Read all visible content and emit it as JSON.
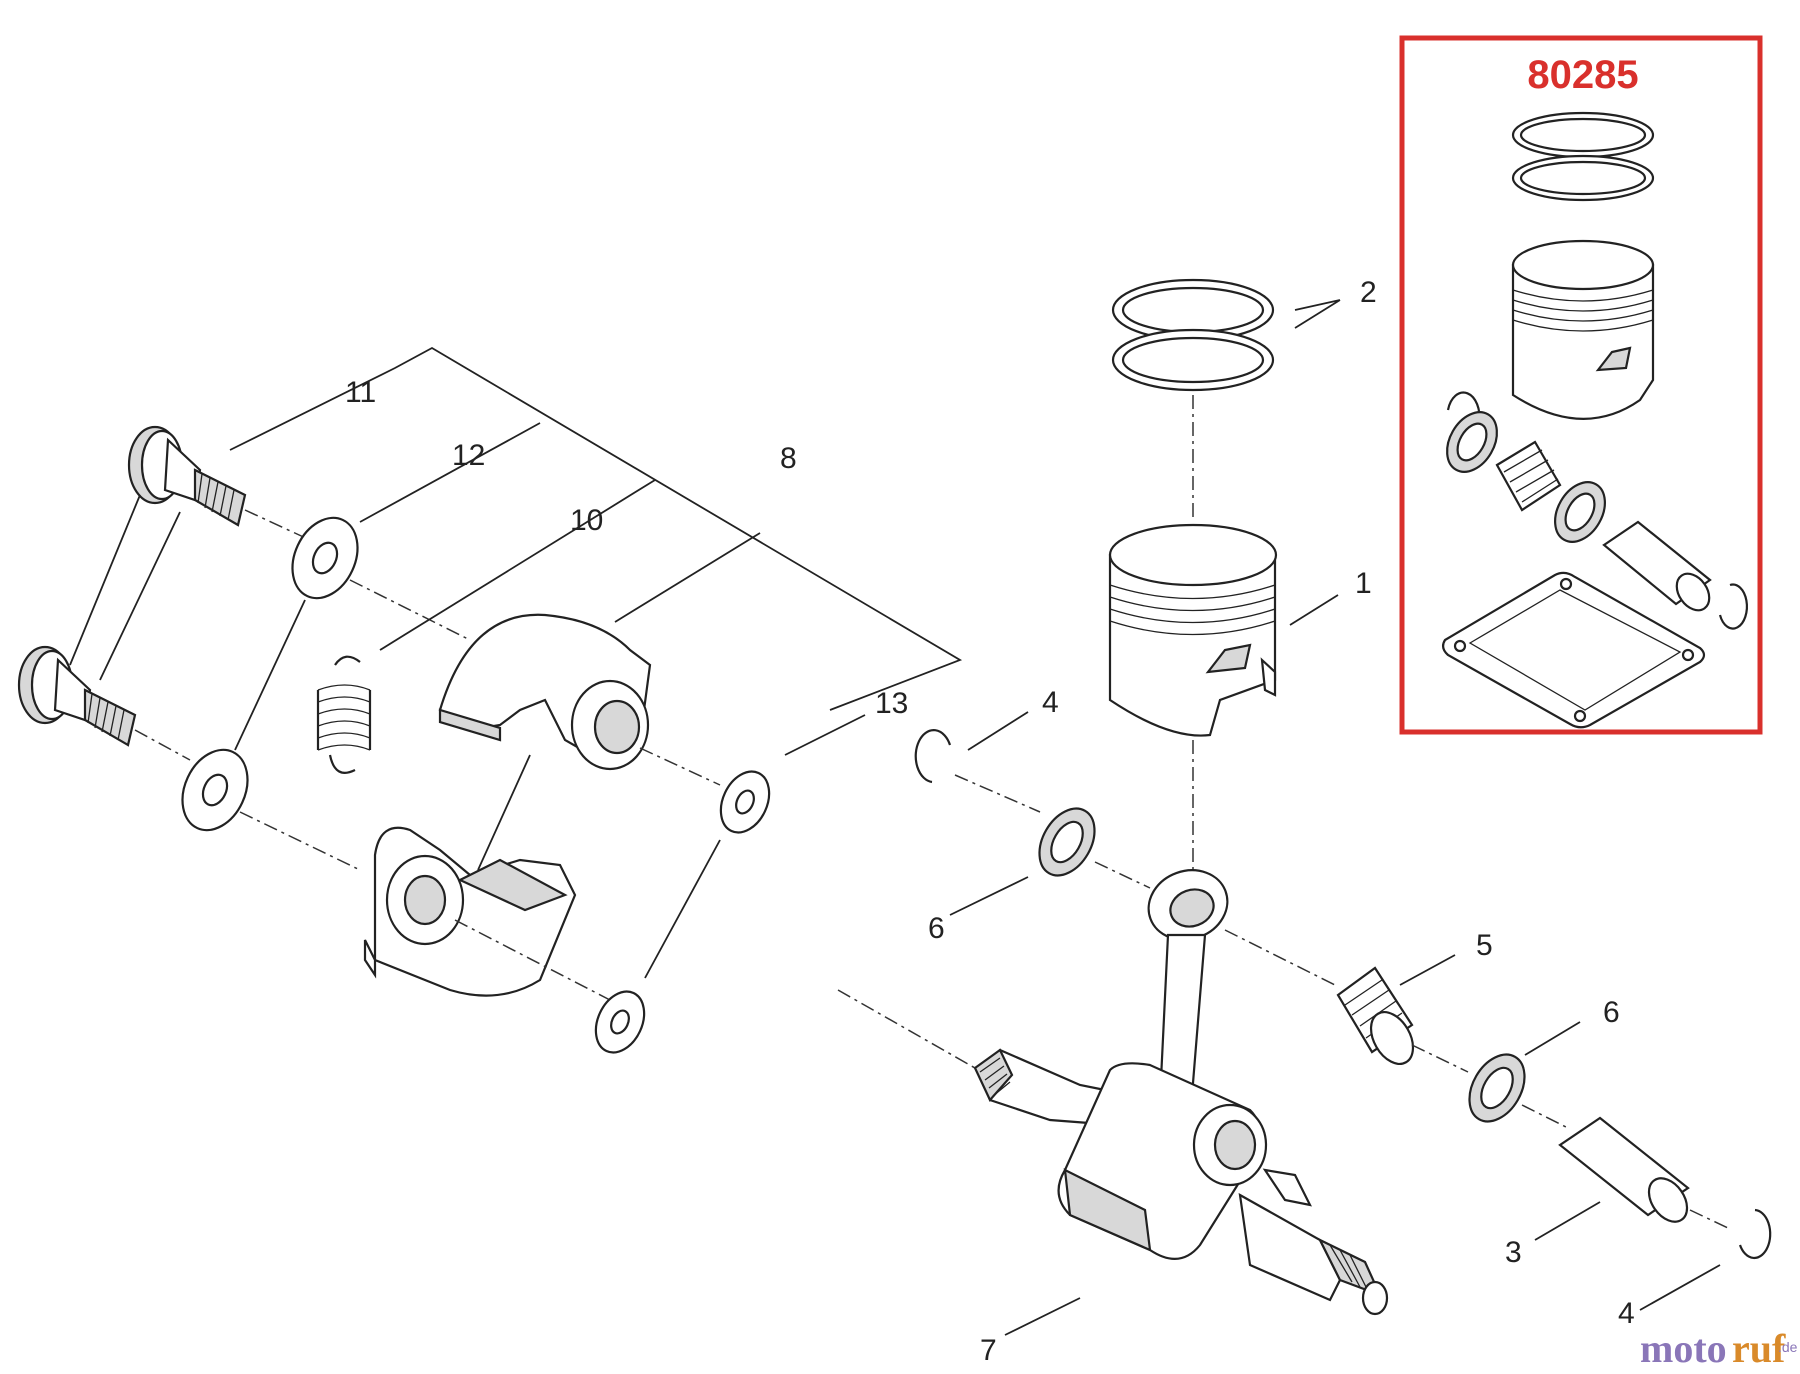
{
  "kit": {
    "number": "80285",
    "border_color": "#d9302c"
  },
  "callouts": {
    "c1": "1",
    "c2": "2",
    "c3": "3",
    "c4a": "4",
    "c4b": "4",
    "c5": "5",
    "c6a": "6",
    "c6b": "6",
    "c7": "7",
    "c8": "8",
    "c10": "10",
    "c11": "11",
    "c12": "12",
    "c13": "13"
  },
  "watermark": {
    "part1": "moto",
    "part2": "ruf",
    "part3": ".de"
  }
}
